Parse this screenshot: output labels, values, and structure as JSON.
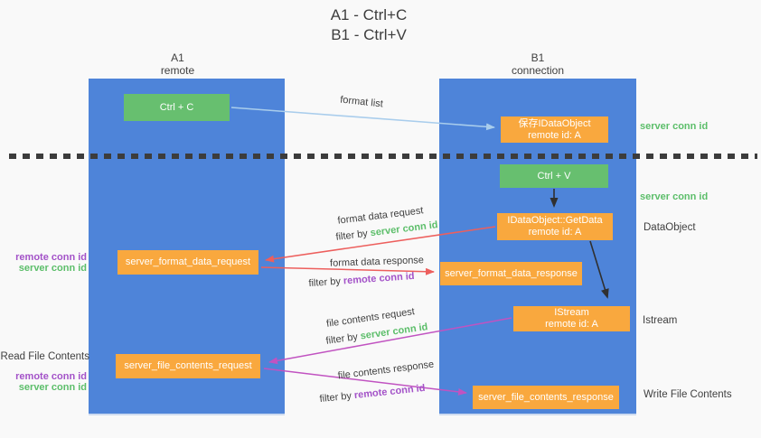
{
  "title": {
    "line1": "A1 - Ctrl+C",
    "line2": "B1 - Ctrl+V"
  },
  "columns": {
    "a": {
      "name": "A1",
      "role": "remote"
    },
    "b": {
      "name": "B1",
      "role": "connection"
    }
  },
  "nodes": {
    "ctrl_c": {
      "label": "Ctrl + C"
    },
    "save_dataobject": {
      "line1": "保存IDataObject",
      "line2": "remote id: A"
    },
    "ctrl_v": {
      "label": "Ctrl + V"
    },
    "getdata": {
      "line1": "IDataObject::GetData",
      "line2": "remote id: A"
    },
    "format_request": {
      "label": "server_format_data_request"
    },
    "format_response": {
      "label": "server_format_data_response"
    },
    "istream": {
      "line1": "IStream",
      "line2": "remote id: A"
    },
    "file_request": {
      "label": "server_file_contents_request"
    },
    "file_response": {
      "label": "server_file_contents_response"
    }
  },
  "flow_labels": {
    "format_list": "format list",
    "format_data_request": "format data request",
    "format_data_response": "format data response",
    "file_contents_request": "file contents request",
    "file_contents_response": "file contents response",
    "filter_by": "filter by",
    "server_conn_id": "server conn id",
    "remote_conn_id": "remote conn id"
  },
  "side_labels": {
    "left_remote_conn_1": "remote conn id",
    "left_server_conn_1": "server conn id",
    "read_file_contents": "Read File Contents",
    "left_remote_conn_2": "remote conn id",
    "left_server_conn_2": "server conn id",
    "right_server_conn_1": "server conn id",
    "right_server_conn_2": "server conn id",
    "dataobject": "DataObject",
    "istream": "Istream",
    "write_file_contents": "Write File Contents"
  },
  "colors": {
    "column_blue": "#4e84d9",
    "node_green": "#67bf6f",
    "node_orange": "#f9a83e",
    "arrow_blue": "#a9cdec",
    "arrow_black": "#303030",
    "arrow_red": "#ed5f5d",
    "arrow_magenta": "#c153c1",
    "text_green": "#5cbe6a",
    "text_purple": "#a352c8",
    "text_dark": "#3f3f3f",
    "background": "#f9f9f9"
  }
}
